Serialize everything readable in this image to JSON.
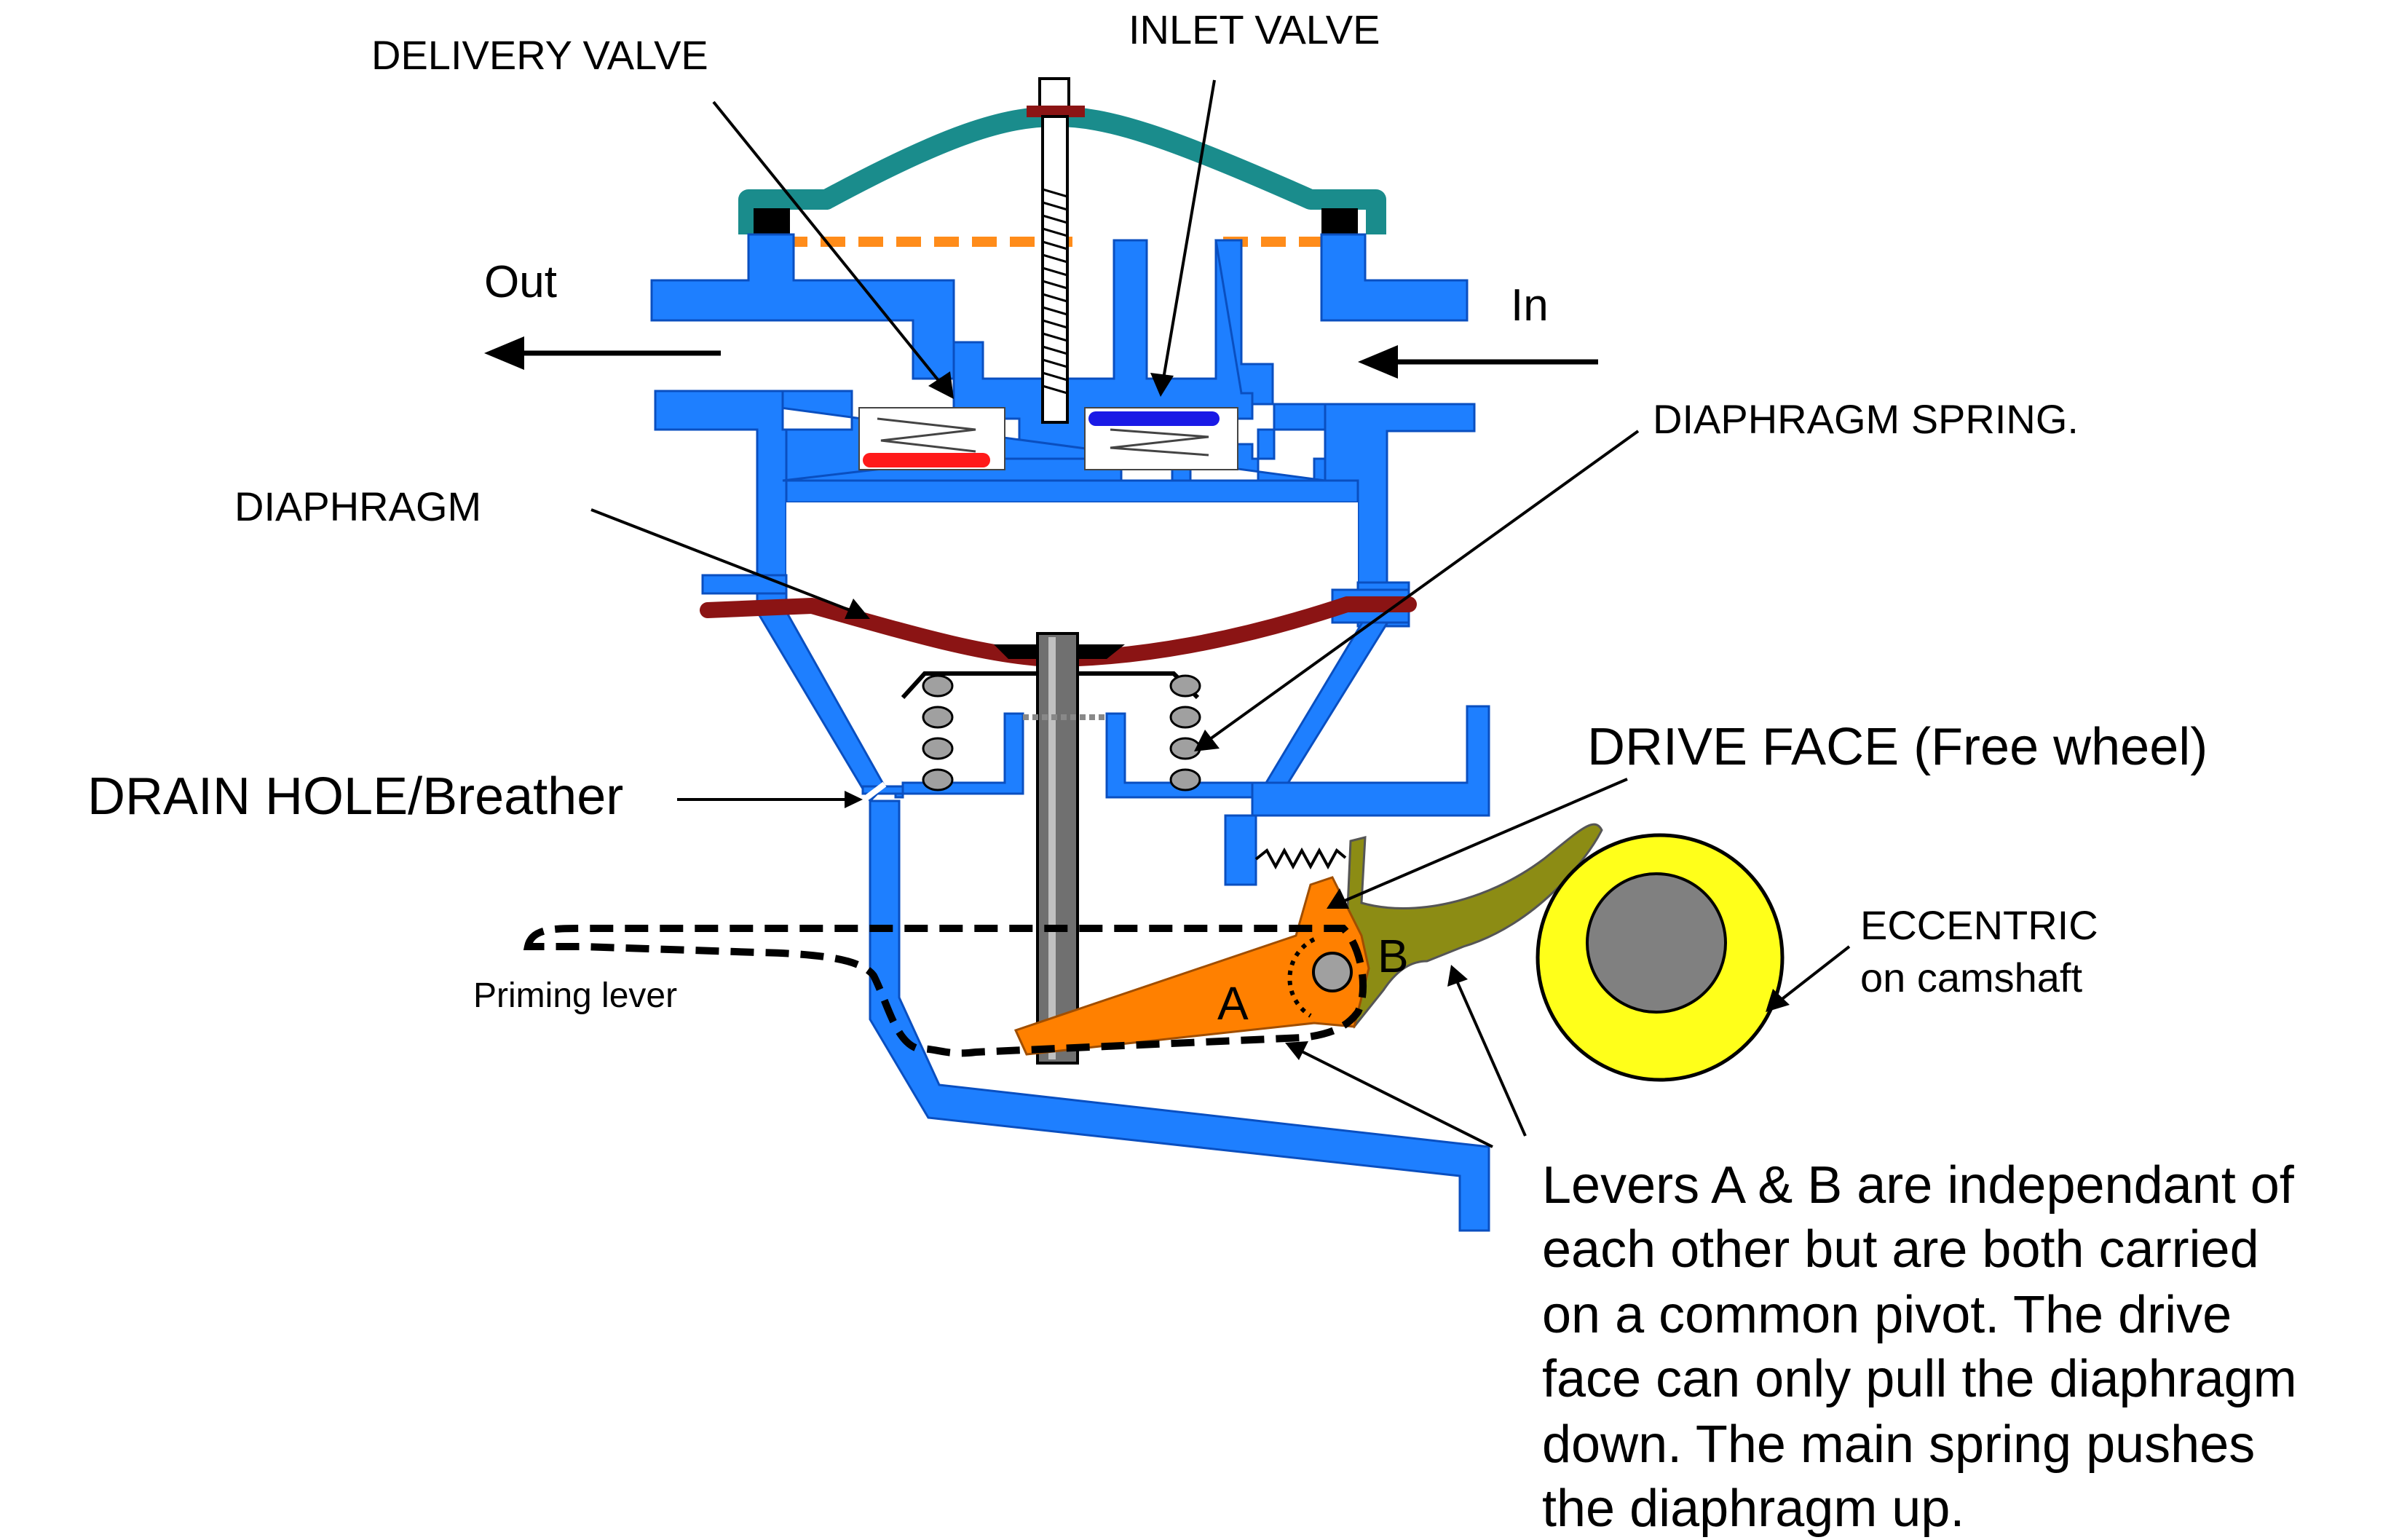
{
  "labels": {
    "delivery_valve": "DELIVERY VALVE",
    "inlet_valve": "INLET VALVE",
    "out": "Out",
    "in": "In",
    "diaphragm_spring": "DIAPHRAGM SPRING.",
    "diaphragm": "DIAPHRAGM",
    "drain_hole": "DRAIN HOLE/Breather",
    "drive_face": "DRIVE FACE (Free wheel)",
    "eccentric_line1": "ECCENTRIC",
    "eccentric_line2": "on camshaft",
    "priming_lever": "Priming lever",
    "lever_a": "A",
    "lever_b": "B"
  },
  "note": {
    "lines": [
      "Levers A & B are independant of",
      "each other but are both carried",
      "on a common pivot. The drive",
      "face can only pull the diaphragm",
      "down. The main spring pushes",
      "the diaphragm up."
    ]
  },
  "colors": {
    "body": "#1E7FFF",
    "body_outline": "#0A4FC0",
    "cover": "#1A8C8C",
    "diaphragm": "#8B1414",
    "delivery_valve_seat": "#FF1A1A",
    "inlet_valve_seat": "#1A1AE6",
    "lever_a": "#FF8000",
    "lever_b": "#8C8C14",
    "eccentric": "#FFFF1A",
    "camshaft": "#808080",
    "filter": "#FF8C1A",
    "spring_coil": "#A0A0A0",
    "rod": "#707070"
  }
}
